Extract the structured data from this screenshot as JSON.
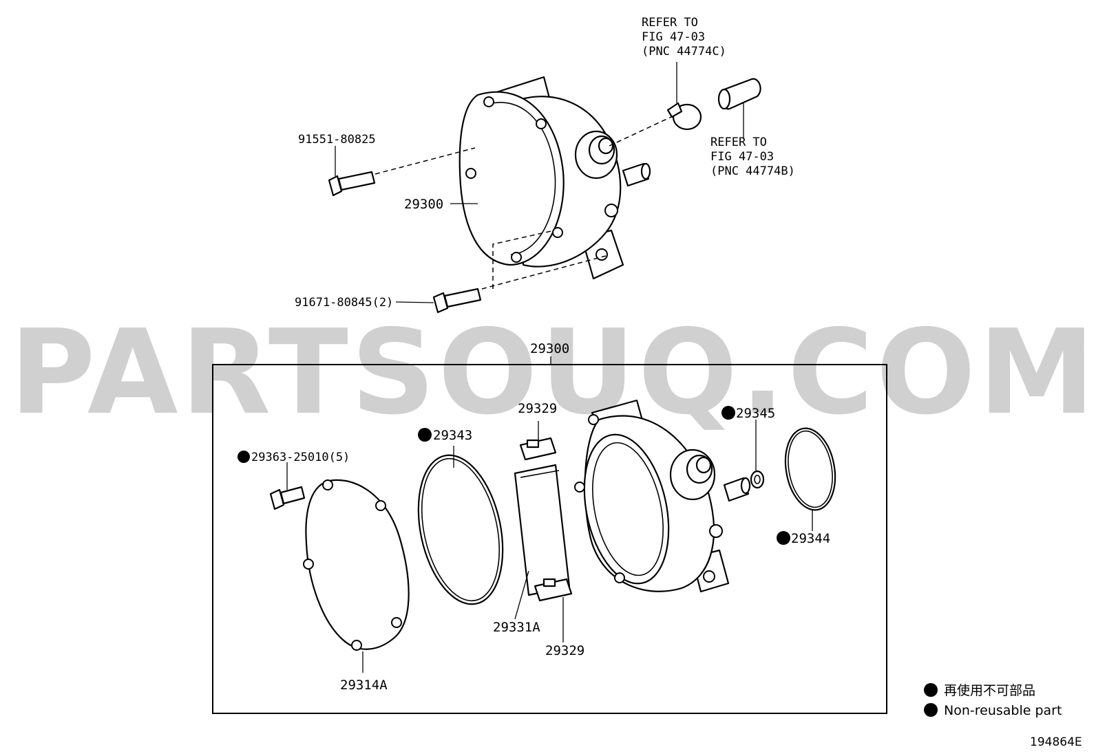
{
  "watermark": "PARTSOUQ.COM",
  "figure_id": "194864E",
  "notes": {
    "refer_c": [
      "REFER TO",
      "FIG 47-03",
      "(PNC 44774C)"
    ],
    "refer_b": [
      "REFER TO",
      "FIG 47-03",
      "(PNC 44774B)"
    ]
  },
  "parts": {
    "bolt_upper": "91551-80825",
    "pump_assy": "29300",
    "bolt_lower": "91671-80845(2)",
    "box_title": "29300",
    "screw": "29363-25010(5)",
    "oring_large": "29343",
    "plate_top": "29329",
    "rotor": "29331A",
    "plate_bottom": "29329",
    "cover": "29314A",
    "washer": "29345",
    "oring_outer": "29344"
  },
  "legend": {
    "jp": "再使用不可部品",
    "en": "Non-reusable part"
  }
}
